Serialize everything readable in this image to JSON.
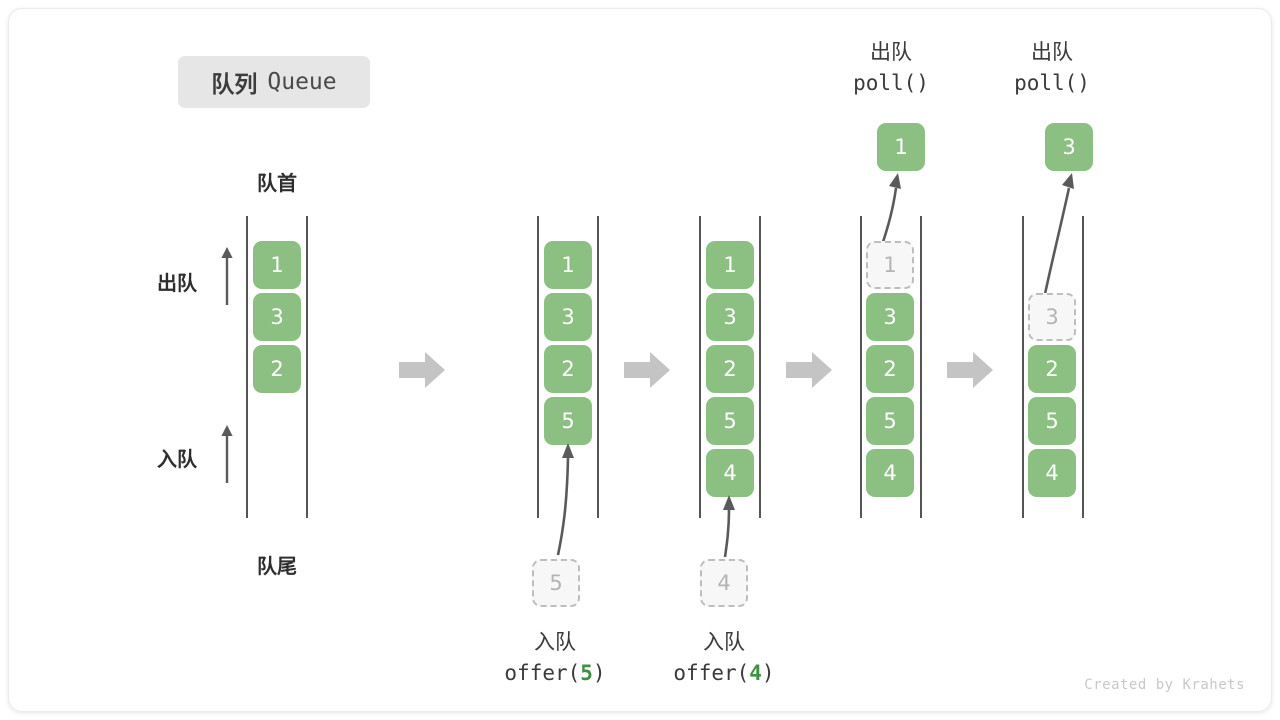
{
  "title": {
    "cn": "队列",
    "en": "Queue"
  },
  "labels": {
    "front": "队首",
    "rear": "队尾",
    "dequeue": "出队",
    "enqueue": "入队"
  },
  "credit": "Created by Krahets",
  "colors": {
    "element": "#8cc083",
    "ghost_fill": "#f7f7f7",
    "ghost_border": "#bdbdbd",
    "ghost_text": "#b4b4b4",
    "rail": "#555555",
    "step_arrow": "#c4c4c4",
    "motion_arrow": "#5a5a5a",
    "badge_bg": "#e6e6e6",
    "text": "#2e2e2e",
    "arg_green": "#3f9142"
  },
  "stages": [
    {
      "id": "initial",
      "cells": [
        "1",
        "3",
        "2"
      ],
      "side_labels": {
        "top": "队首",
        "bottom": "队尾"
      },
      "axis_labels": [
        "出队",
        "入队"
      ]
    },
    {
      "id": "offer-5",
      "cells": [
        "1",
        "3",
        "2",
        "5"
      ],
      "ghost_below": "5",
      "caption": {
        "line1": "入队",
        "fn": "offer(",
        "arg": "5",
        "close": ")"
      }
    },
    {
      "id": "offer-4",
      "cells": [
        "1",
        "3",
        "2",
        "5",
        "4"
      ],
      "ghost_below": "4",
      "caption": {
        "line1": "入队",
        "fn": "offer(",
        "arg": "4",
        "close": ")"
      }
    },
    {
      "id": "poll-1",
      "caption_top": {
        "line1": "出队",
        "line2": "poll()"
      },
      "popped": "1",
      "ghost_index": 0,
      "ghost_value": "1",
      "cells": [
        "3",
        "2",
        "5",
        "4"
      ]
    },
    {
      "id": "poll-3",
      "caption_top": {
        "line1": "出队",
        "line2": "poll()"
      },
      "popped": "3",
      "ghost_index": 1,
      "ghost_value": "3",
      "cells": [
        "2",
        "5",
        "4"
      ]
    }
  ]
}
